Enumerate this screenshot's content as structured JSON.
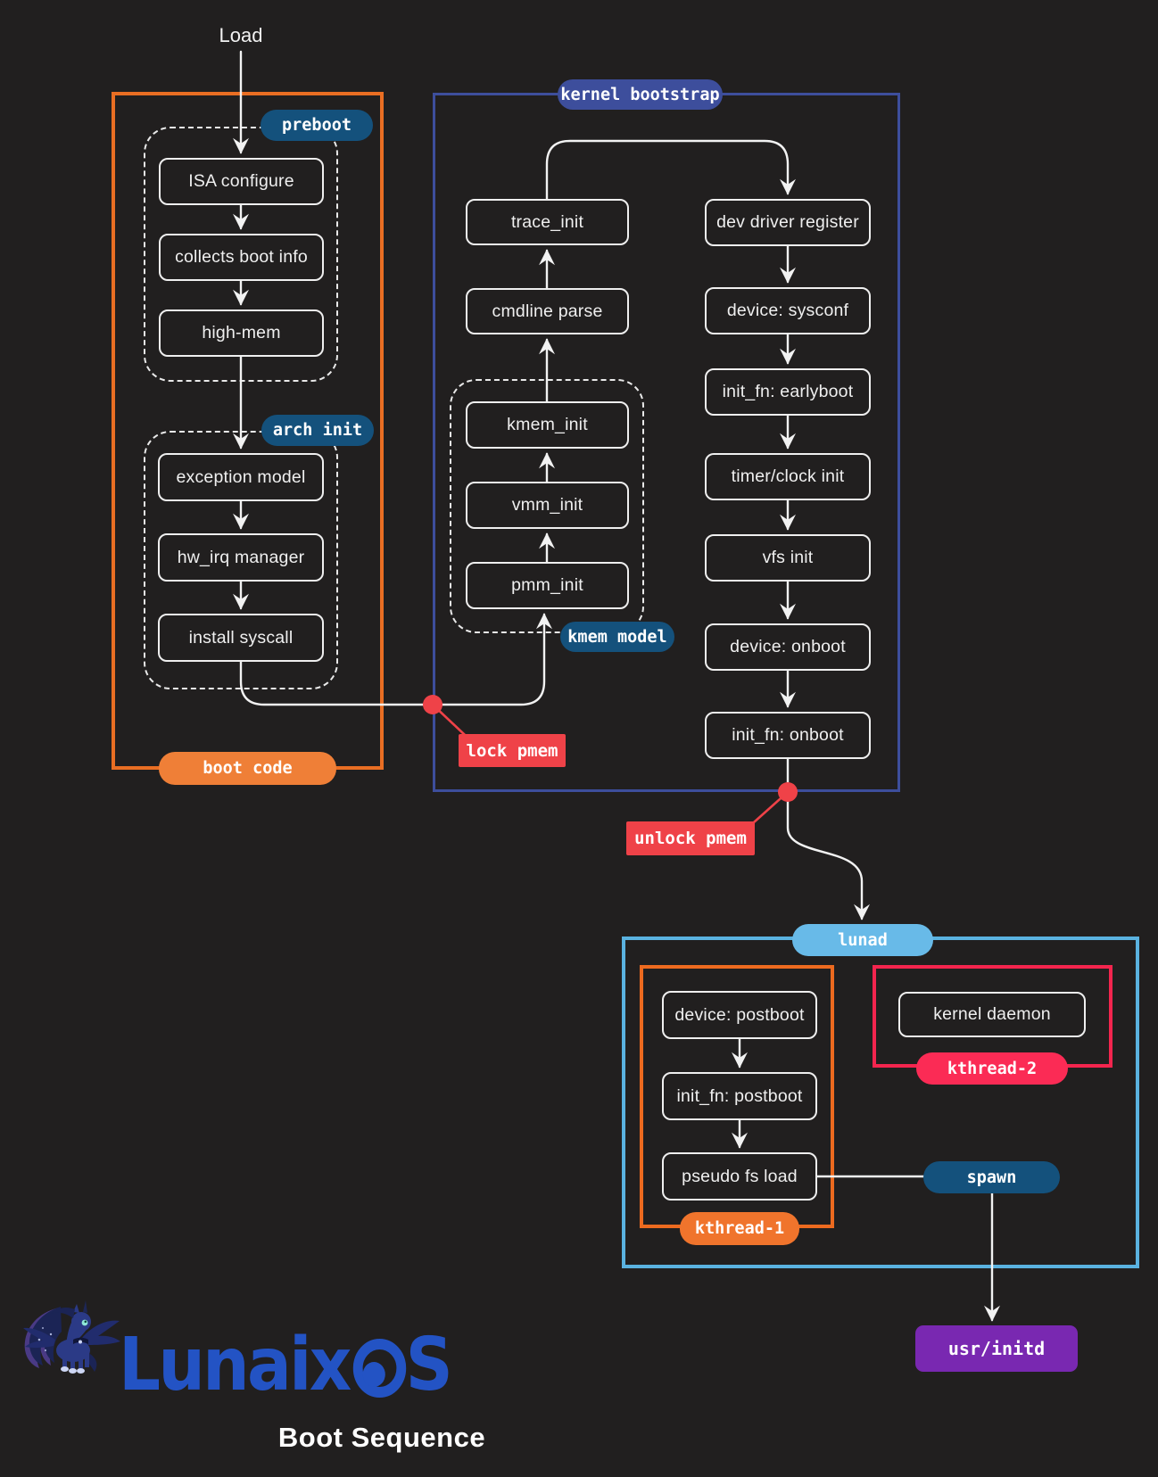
{
  "title": "Load",
  "pills": {
    "preboot": "preboot",
    "arch_init": "arch init",
    "kernel_bootstrap": "kernel bootstrap",
    "kmem_model": "kmem model",
    "boot_code": "boot code",
    "lunad": "lunad",
    "kthread1": "kthread-1",
    "kthread2": "kthread-2",
    "spawn": "spawn",
    "usr_initd": "usr/initd"
  },
  "annotations": {
    "lock_pmem": "lock pmem",
    "unlock_pmem": "unlock pmem"
  },
  "nodes": {
    "preboot": [
      "ISA configure",
      "collects boot info",
      "high-mem"
    ],
    "arch_init": [
      "exception model",
      "hw_irq manager",
      "install syscall"
    ],
    "kb_left": [
      "trace_init",
      "cmdline parse"
    ],
    "kmem": [
      "kmem_init",
      "vmm_init",
      "pmm_init"
    ],
    "kb_right": [
      "dev driver register",
      "device: sysconf",
      "init_fn: earlyboot",
      "timer/clock init",
      "vfs init",
      "device: onboot",
      "init_fn: onboot"
    ],
    "kthread1": [
      "device: postboot",
      "init_fn: postboot",
      "pseudo fs load"
    ],
    "kthread2": [
      "kernel daemon"
    ]
  },
  "footer": {
    "logo_part1": "Lunaix",
    "logo_part2": "S",
    "subtitle": "Boot Sequence"
  },
  "colors": {
    "background": "#211f1f",
    "line": "#f2f2f2",
    "orange": "#e96e23",
    "navy": "#3d4e9c",
    "teal_pill": "#14517c",
    "light_blue": "#68bae8",
    "red": "#ef4248",
    "crimson": "#f62b52",
    "purple": "#7928b1",
    "logo_blue": "#2353c4"
  }
}
